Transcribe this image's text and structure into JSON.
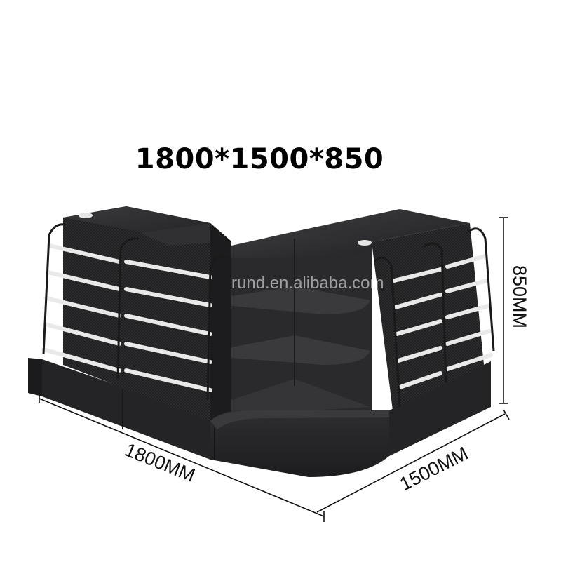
{
  "product": {
    "dimensions_title": "1800*1500*850",
    "watermark": "rund.en.alibaba.com",
    "width_label": "1800MM",
    "depth_label": "1500MM",
    "height_label": "850MM",
    "colors": {
      "counter": "#2b2b2d",
      "shelf_edge": "#e8e8e8",
      "background": "#ffffff"
    }
  }
}
